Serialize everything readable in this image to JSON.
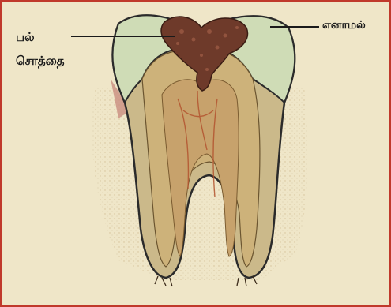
{
  "labels": {
    "caries_line1": "பல்",
    "caries_line2": "சொத்தை",
    "enamel": "எனாமல்"
  },
  "colors": {
    "paper": "#efe6c8",
    "border": "#c0392b",
    "enamel": "#cfdcb6",
    "dentin": "#cbb98a",
    "pulp": "#c7a26c",
    "cavity": "#6e3a2a",
    "gum": "#c98d80",
    "bone": "#e8d7a8"
  }
}
